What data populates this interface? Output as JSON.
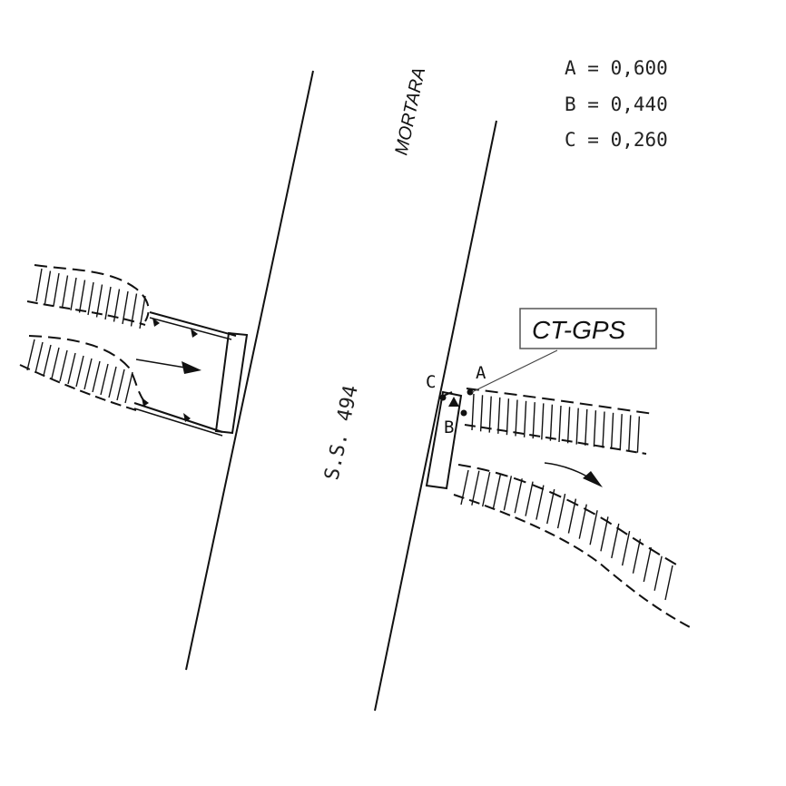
{
  "labels": {
    "road_name": "MORTARA",
    "road_code": "S.S. 494",
    "callout": "CT-GPS",
    "point_a": "A",
    "point_b": "B",
    "point_c": "C"
  },
  "measurements": [
    {
      "key": "A",
      "text": "A = 0,600"
    },
    {
      "key": "B",
      "text": "B = 0,440"
    },
    {
      "key": "C",
      "text": "C = 0,260"
    }
  ],
  "colors": {
    "ink": "#111111",
    "background": "#ffffff",
    "callout_border": "#444444"
  }
}
